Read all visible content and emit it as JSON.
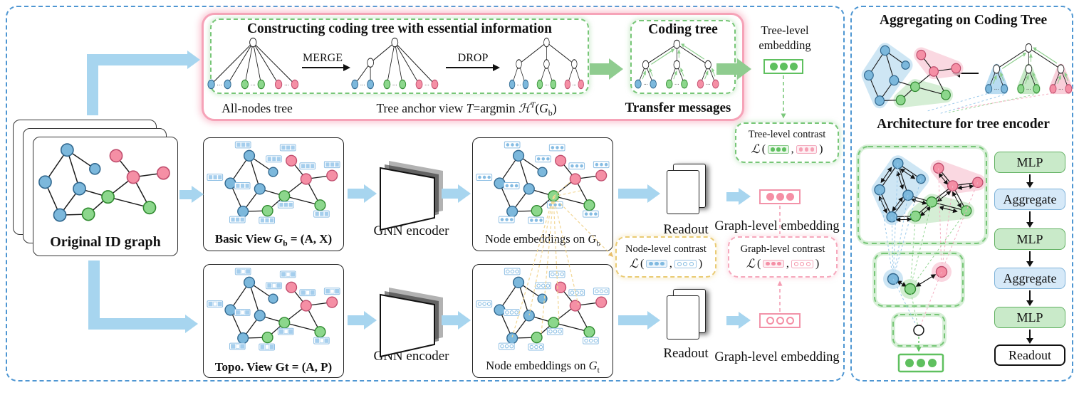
{
  "colors": {
    "blue_node": "#7CB8DC",
    "green_node": "#8CD78C",
    "pink_node": "#F58FA5",
    "arrow_blue": "#A7D5EF",
    "arrow_green": "#8FCC8F",
    "pink_frame": "#F6A3B8",
    "green_dash": "#77C677",
    "blue_dash": "#4E96D2",
    "yellow_dash": "#EACB74"
  },
  "top": {
    "title": "Constructing coding tree with essential information",
    "merge": "MERGE",
    "drop": "DROP",
    "all_nodes_tree": "All-nodes tree",
    "anchor": {
      "pre": "Tree anchor view ",
      "T": "T",
      "eq": "=argmin ",
      "H": "ℋ",
      "sup": "T",
      "args_open": "(",
      "G": "G",
      "sub": "b",
      "args_close": ")"
    },
    "coding_tree": "Coding tree",
    "transfer": "Transfer messages",
    "tree_level_embedding": "Tree-level embedding"
  },
  "pipeline": {
    "original": "Original ID graph",
    "basic": {
      "pre": "Basic View ",
      "G": "G",
      "sub": "b",
      "post": " = (A, X)"
    },
    "topo": "Topo. View Gt = (A, P)",
    "gnn": "GNN encoder",
    "emb_b": {
      "pre": "Node embeddings on ",
      "G": "G",
      "sub": "b"
    },
    "emb_t": {
      "pre": "Node embeddings on ",
      "G": "G",
      "sub": "t"
    },
    "readout": "Readout",
    "graph_level_embedding": "Graph-level embedding"
  },
  "contrast": {
    "loss": "ℒ",
    "open": "(",
    "comma": ",",
    "close": ")",
    "tree": "Tree-level contrast",
    "node": "Node-level contrast",
    "graph": "Graph-level contrast"
  },
  "right": {
    "agg_title": "Aggregating on Coding Tree",
    "arch_title": "Architecture for tree encoder",
    "flow": [
      {
        "label": "MLP",
        "type": "green"
      },
      {
        "label": "Aggregate",
        "type": "blue"
      },
      {
        "label": "MLP",
        "type": "green"
      },
      {
        "label": "Aggregate",
        "type": "blue"
      },
      {
        "label": "MLP",
        "type": "green"
      },
      {
        "label": "Readout",
        "type": "white"
      }
    ]
  }
}
